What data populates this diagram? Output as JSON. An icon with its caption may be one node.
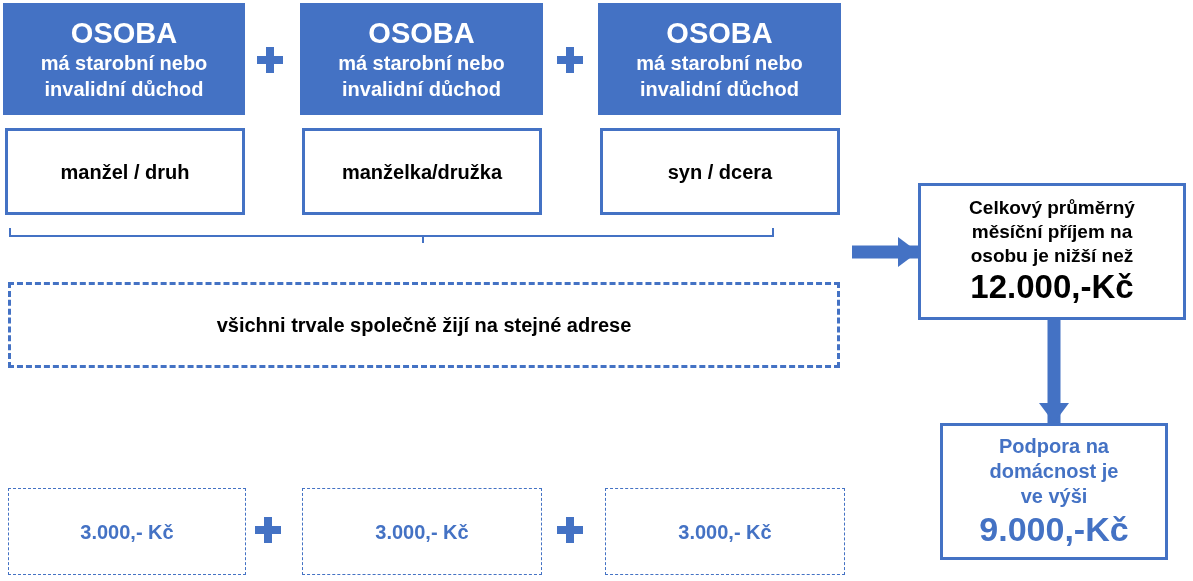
{
  "diagram": {
    "nodes": [
      {
        "text": [
          "OSOBA",
          "má starobní nebo invalidní důchod"
        ]
      },
      {
        "text": [
          "OSOBA",
          "má starobní nebo invalidní důchod"
        ]
      },
      {
        "text": [
          "OSOBA",
          "má starobní nebo invalidní důchod"
        ]
      },
      {
        "text": [
          "manžel / druh"
        ]
      },
      {
        "text": [
          "manželka/družka"
        ]
      },
      {
        "text": [
          "syn / dcera"
        ]
      },
      {
        "text": [
          "všichni trvale společně žijí na stejné adrese"
        ]
      },
      {
        "text": [
          "Celkový průměrný měsíční příjem na osobu je nižší než",
          "12.000,-Kč"
        ]
      },
      {
        "text": [
          "Podpora na domácnost je ve výši",
          "9.000,-Kč"
        ]
      },
      {
        "text": [
          "3.000,- Kč"
        ]
      },
      {
        "text": [
          "3.000,- Kč"
        ]
      },
      {
        "text": [
          "3.000,- Kč"
        ]
      }
    ],
    "edges": [
      {
        "from": null,
        "to": 7,
        "arrow": "to"
      },
      {
        "from": 7,
        "to": 8,
        "arrow": "to"
      }
    ]
  }
}
